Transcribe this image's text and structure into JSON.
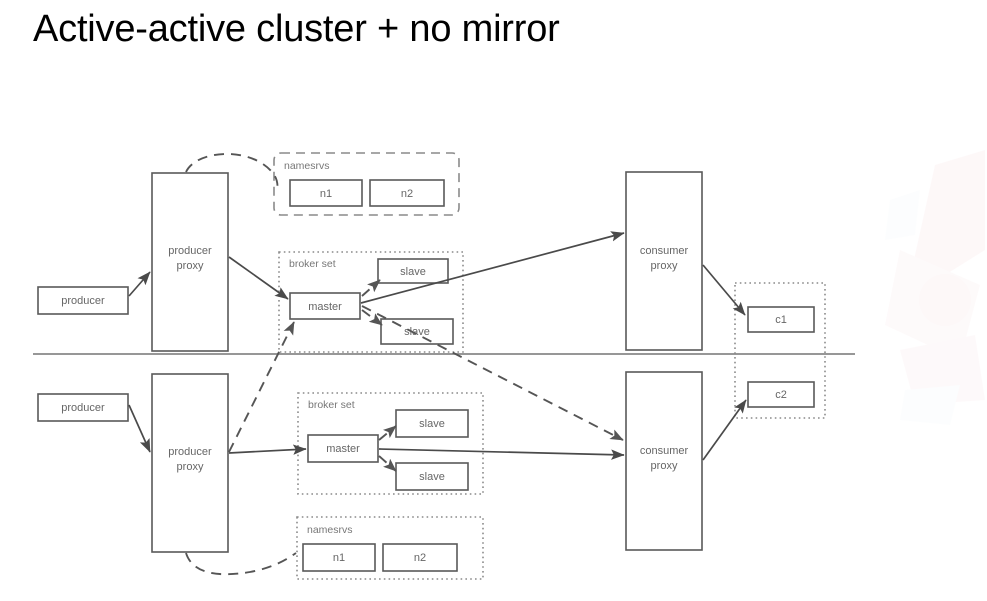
{
  "slide": {
    "title": "Active-active cluster + no mirror",
    "background": "#ffffff",
    "title_color": "#000000"
  },
  "colors": {
    "box_stroke": "#595959",
    "box_fill": "#ffffff",
    "box_text": "#666666",
    "group_stroke": "#8a8a8a",
    "arrow_solid": "#4a4a4a",
    "arrow_dashed": "#555555",
    "divider": "#888888",
    "watermark": "#e8a0a8"
  },
  "diagram": {
    "type": "architecture-diagram",
    "divider_label": "availability-zone-divider",
    "zones": [
      {
        "id": "top",
        "nodes": [
          {
            "id": "producer-top",
            "label": "producer"
          },
          {
            "id": "producer-proxy-top",
            "label": "producer\nproxy",
            "line1": "producer",
            "line2": "proxy"
          },
          {
            "id": "consumer-proxy-top",
            "label": "consumer\nproxy",
            "line1": "consumer",
            "line2": "proxy"
          }
        ],
        "groups": [
          {
            "id": "namesrvs-top",
            "label": "namesrvs",
            "border": "dashed",
            "members": [
              {
                "id": "n1-top",
                "label": "n1"
              },
              {
                "id": "n2-top",
                "label": "n2"
              }
            ]
          },
          {
            "id": "broker-set-top",
            "label": "broker set",
            "border": "dotted",
            "members": [
              {
                "id": "master-top",
                "label": "master"
              },
              {
                "id": "slave-top-1",
                "label": "slave"
              },
              {
                "id": "slave-top-2",
                "label": "slave"
              }
            ]
          }
        ]
      },
      {
        "id": "bottom",
        "nodes": [
          {
            "id": "producer-bottom",
            "label": "producer"
          },
          {
            "id": "producer-proxy-bottom",
            "label": "producer\nproxy",
            "line1": "producer",
            "line2": "proxy"
          },
          {
            "id": "consumer-proxy-bottom",
            "label": "consumer\nproxy",
            "line1": "consumer",
            "line2": "proxy"
          }
        ],
        "groups": [
          {
            "id": "broker-set-bottom",
            "label": "broker set",
            "border": "dotted",
            "members": [
              {
                "id": "master-bottom",
                "label": "master"
              },
              {
                "id": "slave-bottom-1",
                "label": "slave"
              },
              {
                "id": "slave-bottom-2",
                "label": "slave"
              }
            ]
          },
          {
            "id": "namesrvs-bottom",
            "label": "namesrvs",
            "border": "dotted",
            "members": [
              {
                "id": "n1-bottom",
                "label": "n1"
              },
              {
                "id": "n2-bottom",
                "label": "n2"
              }
            ]
          }
        ]
      }
    ],
    "consumer_group": {
      "id": "consumer-group",
      "border": "dotted",
      "members": [
        {
          "id": "c1",
          "label": "c1"
        },
        {
          "id": "c2",
          "label": "c2"
        }
      ]
    },
    "connections": [
      {
        "id": "producer-top-to-proxy",
        "style": "solid",
        "from": "producer-top",
        "to": "producer-proxy-top"
      },
      {
        "id": "producer-proxy-top-to-namesrvs",
        "style": "dashed",
        "from": "producer-proxy-top",
        "to": "namesrvs-top"
      },
      {
        "id": "producer-proxy-top-to-master-top",
        "style": "solid",
        "from": "producer-proxy-top",
        "to": "master-top"
      },
      {
        "id": "master-top-to-slave-1",
        "style": "dashed",
        "from": "master-top",
        "to": "slave-top-1"
      },
      {
        "id": "master-top-to-slave-2",
        "style": "dashed",
        "from": "master-top",
        "to": "slave-top-2"
      },
      {
        "id": "master-top-to-consumer-proxy-top",
        "style": "solid",
        "from": "master-top",
        "to": "consumer-proxy-top"
      },
      {
        "id": "master-top-to-consumer-proxy-bottom",
        "style": "dashed",
        "from": "master-top",
        "to": "consumer-proxy-bottom"
      },
      {
        "id": "consumer-proxy-top-to-c1",
        "style": "solid",
        "from": "consumer-proxy-top",
        "to": "c1"
      },
      {
        "id": "producer-bottom-to-proxy",
        "style": "solid",
        "from": "producer-bottom",
        "to": "producer-proxy-bottom"
      },
      {
        "id": "producer-proxy-bottom-to-namesrvs",
        "style": "dashed",
        "from": "producer-proxy-bottom",
        "to": "namesrvs-bottom"
      },
      {
        "id": "producer-proxy-bottom-to-master-top",
        "style": "dashed",
        "from": "producer-proxy-bottom",
        "to": "master-top"
      },
      {
        "id": "producer-proxy-bottom-to-master",
        "style": "solid",
        "from": "producer-proxy-bottom",
        "to": "master-bottom"
      },
      {
        "id": "master-bottom-to-slave-1",
        "style": "dashed",
        "from": "master-bottom",
        "to": "slave-bottom-1"
      },
      {
        "id": "master-bottom-to-slave-2",
        "style": "dashed",
        "from": "master-bottom",
        "to": "slave-bottom-2"
      },
      {
        "id": "master-bottom-to-consumer-proxy",
        "style": "solid",
        "from": "master-bottom",
        "to": "consumer-proxy-bottom"
      },
      {
        "id": "consumer-proxy-bottom-to-c2",
        "style": "solid",
        "from": "consumer-proxy-bottom",
        "to": "c2"
      }
    ]
  }
}
